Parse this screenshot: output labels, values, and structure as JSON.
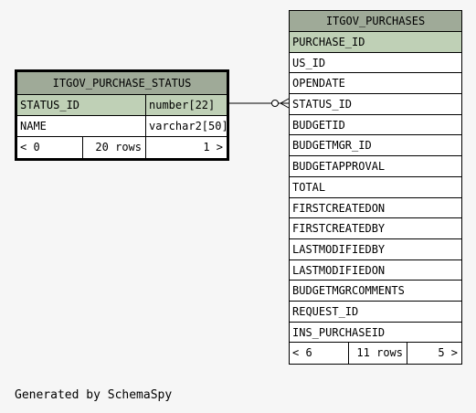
{
  "status_table": {
    "title": "ITGOV_PURCHASE_STATUS",
    "columns": [
      {
        "name": "STATUS_ID",
        "type": "number[22]",
        "pk": true
      },
      {
        "name": "NAME",
        "type": "varchar2[50]",
        "pk": false
      }
    ],
    "footer": {
      "left": "< 0",
      "middle": "20 rows",
      "right": "1 >"
    }
  },
  "purchases_table": {
    "title": "ITGOV_PURCHASES",
    "columns": [
      {
        "name": "PURCHASE_ID",
        "pk": true
      },
      {
        "name": "US_ID",
        "pk": false
      },
      {
        "name": "OPENDATE",
        "pk": false
      },
      {
        "name": "STATUS_ID",
        "pk": false
      },
      {
        "name": "BUDGETID",
        "pk": false
      },
      {
        "name": "BUDGETMGR_ID",
        "pk": false
      },
      {
        "name": "BUDGETAPPROVAL",
        "pk": false
      },
      {
        "name": "TOTAL",
        "pk": false
      },
      {
        "name": "FIRSTCREATEDON",
        "pk": false
      },
      {
        "name": "FIRSTCREATEDBY",
        "pk": false
      },
      {
        "name": "LASTMODIFIEDBY",
        "pk": false
      },
      {
        "name": "LASTMODIFIEDON",
        "pk": false
      },
      {
        "name": "BUDGETMGRCOMMENTS",
        "pk": false
      },
      {
        "name": "REQUEST_ID",
        "pk": false
      },
      {
        "name": "INS_PURCHASEID",
        "pk": false
      }
    ],
    "footer": {
      "left": "< 6",
      "middle": "11 rows",
      "right": "5 >"
    }
  },
  "footer_text": "Generated by SchemaSpy",
  "colors": {
    "header": "#9faa98",
    "primary_key": "#bfd0b6",
    "background": "#f6f6f6"
  }
}
